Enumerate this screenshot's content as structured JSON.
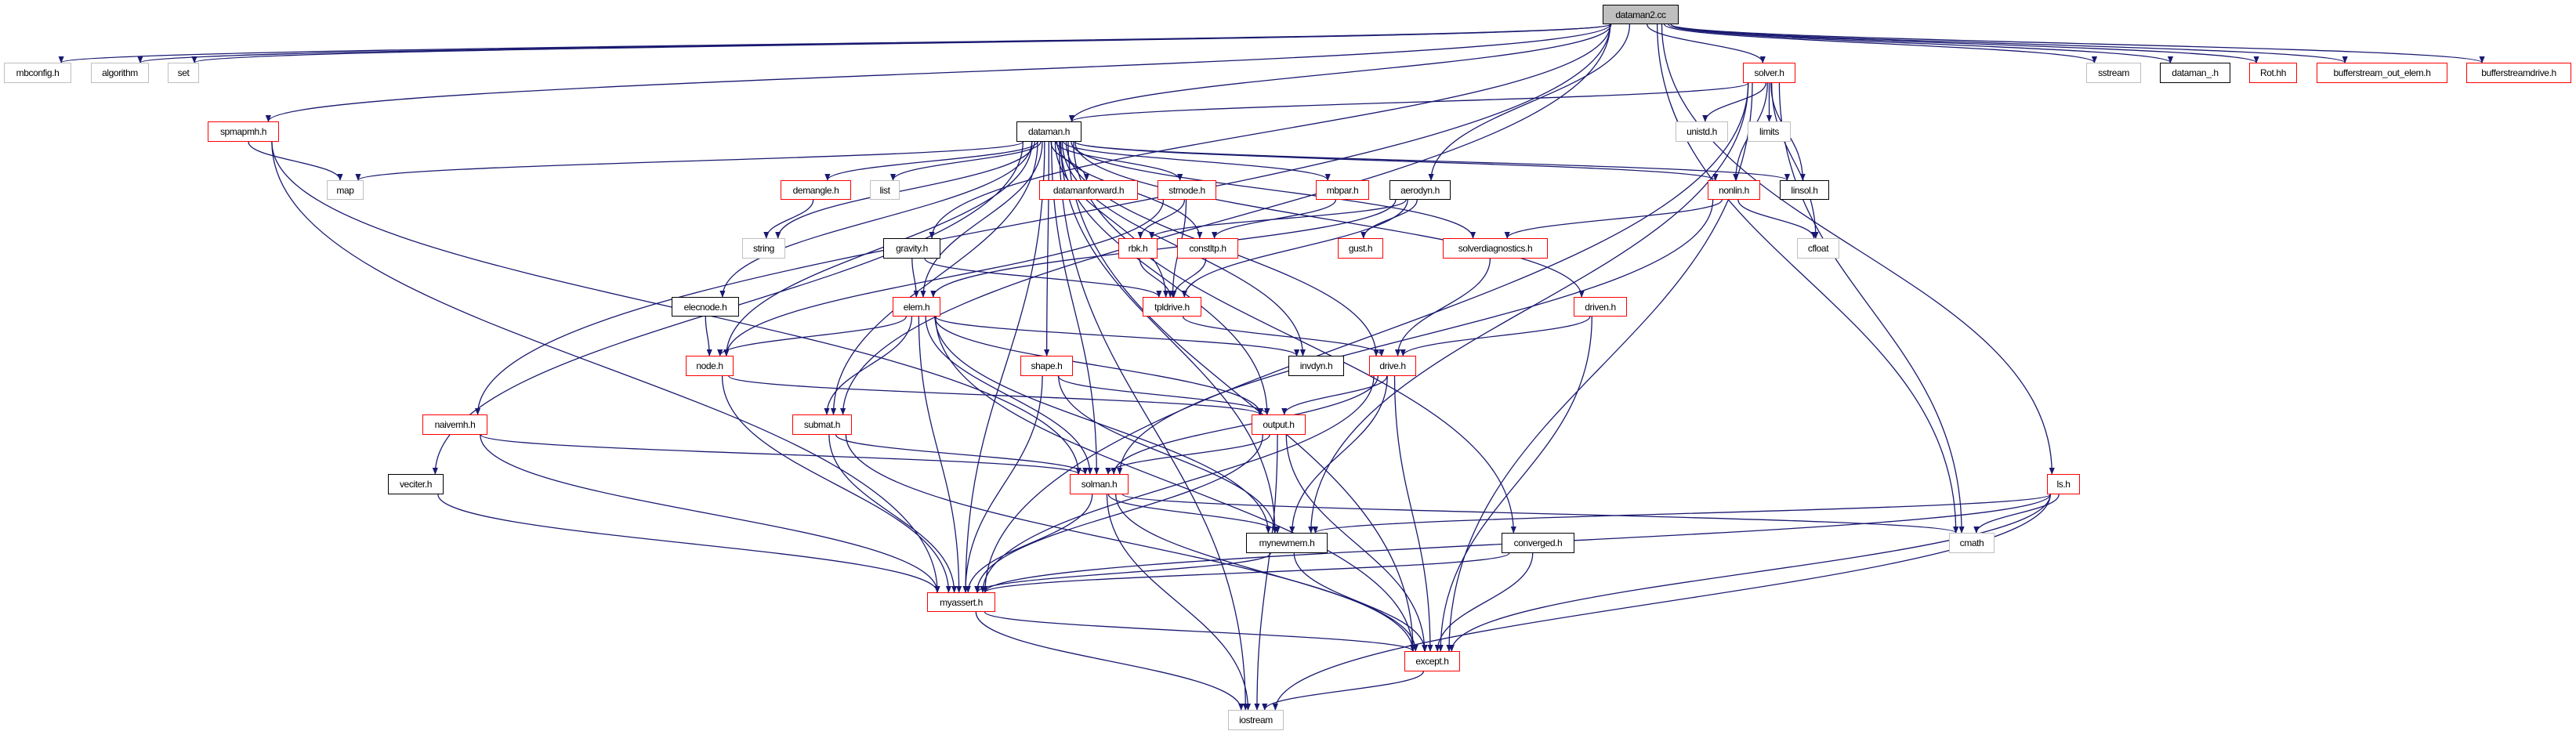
{
  "colors": {
    "edge": "#191970",
    "root_fill": "#bfbfbf",
    "red_border": "#ff0000",
    "doc_border": "#000000",
    "ext_border": "#bfbfbf"
  },
  "nodes": [
    {
      "id": "dataman2.cc",
      "label": "dataman2.cc",
      "kind": "root"
    },
    {
      "id": "mbconfig.h",
      "label": "mbconfig.h",
      "kind": "ext"
    },
    {
      "id": "algorithm",
      "label": "algorithm",
      "kind": "ext"
    },
    {
      "id": "set",
      "label": "set",
      "kind": "ext"
    },
    {
      "id": "spmapmh.h",
      "label": "spmapmh.h",
      "kind": "red"
    },
    {
      "id": "solver.h",
      "label": "solver.h",
      "kind": "red"
    },
    {
      "id": "sstream",
      "label": "sstream",
      "kind": "ext"
    },
    {
      "id": "dataman_.h",
      "label": "dataman_.h",
      "kind": "doc"
    },
    {
      "id": "Rot.hh",
      "label": "Rot.hh",
      "kind": "red"
    },
    {
      "id": "bufferstream_out_elem.h",
      "label": "bufferstream_out_elem.h",
      "kind": "red"
    },
    {
      "id": "bufferstreamdrive.h",
      "label": "bufferstreamdrive.h",
      "kind": "red"
    },
    {
      "id": "dataman.h",
      "label": "dataman.h",
      "kind": "doc"
    },
    {
      "id": "unistd.h",
      "label": "unistd.h",
      "kind": "ext"
    },
    {
      "id": "limits",
      "label": "limits",
      "kind": "ext"
    },
    {
      "id": "map",
      "label": "map",
      "kind": "ext"
    },
    {
      "id": "list",
      "label": "list",
      "kind": "ext"
    },
    {
      "id": "demangle.h",
      "label": "demangle.h",
      "kind": "red"
    },
    {
      "id": "datamanforward.h",
      "label": "datamanforward.h",
      "kind": "red"
    },
    {
      "id": "strnode.h",
      "label": "strnode.h",
      "kind": "red"
    },
    {
      "id": "mbpar.h",
      "label": "mbpar.h",
      "kind": "red"
    },
    {
      "id": "aerodyn.h",
      "label": "aerodyn.h",
      "kind": "doc"
    },
    {
      "id": "nonlin.h",
      "label": "nonlin.h",
      "kind": "red"
    },
    {
      "id": "linsol.h",
      "label": "linsol.h",
      "kind": "doc"
    },
    {
      "id": "string",
      "label": "string",
      "kind": "ext"
    },
    {
      "id": "gravity.h",
      "label": "gravity.h",
      "kind": "doc"
    },
    {
      "id": "rbk.h",
      "label": "rbk.h",
      "kind": "red"
    },
    {
      "id": "constltp.h",
      "label": "constltp.h",
      "kind": "red"
    },
    {
      "id": "gust.h",
      "label": "gust.h",
      "kind": "red"
    },
    {
      "id": "solverdiagnostics.h",
      "label": "solverdiagnostics.h",
      "kind": "red"
    },
    {
      "id": "cfloat",
      "label": "cfloat",
      "kind": "ext"
    },
    {
      "id": "elecnode.h",
      "label": "elecnode.h",
      "kind": "doc"
    },
    {
      "id": "elem.h",
      "label": "elem.h",
      "kind": "red"
    },
    {
      "id": "tpldrive.h",
      "label": "tpldrive.h",
      "kind": "red"
    },
    {
      "id": "driven.h",
      "label": "driven.h",
      "kind": "red"
    },
    {
      "id": "node.h",
      "label": "node.h",
      "kind": "red"
    },
    {
      "id": "shape.h",
      "label": "shape.h",
      "kind": "red"
    },
    {
      "id": "invdyn.h",
      "label": "invdyn.h",
      "kind": "doc"
    },
    {
      "id": "drive.h",
      "label": "drive.h",
      "kind": "red"
    },
    {
      "id": "naivemh.h",
      "label": "naivemh.h",
      "kind": "red"
    },
    {
      "id": "submat.h",
      "label": "submat.h",
      "kind": "red"
    },
    {
      "id": "output.h",
      "label": "output.h",
      "kind": "red"
    },
    {
      "id": "veciter.h",
      "label": "veciter.h",
      "kind": "doc"
    },
    {
      "id": "solman.h",
      "label": "solman.h",
      "kind": "red"
    },
    {
      "id": "ls.h",
      "label": "ls.h",
      "kind": "red"
    },
    {
      "id": "mynewmem.h",
      "label": "mynewmem.h",
      "kind": "doc"
    },
    {
      "id": "converged.h",
      "label": "converged.h",
      "kind": "doc"
    },
    {
      "id": "cmath",
      "label": "cmath",
      "kind": "ext"
    },
    {
      "id": "myassert.h",
      "label": "myassert.h",
      "kind": "red"
    },
    {
      "id": "except.h",
      "label": "except.h",
      "kind": "red"
    },
    {
      "id": "iostream",
      "label": "iostream",
      "kind": "ext"
    }
  ],
  "edges": [
    [
      "dataman2.cc",
      "mbconfig.h"
    ],
    [
      "dataman2.cc",
      "algorithm"
    ],
    [
      "dataman2.cc",
      "set"
    ],
    [
      "dataman2.cc",
      "spmapmh.h"
    ],
    [
      "dataman2.cc",
      "naivemh.h"
    ],
    [
      "dataman2.cc",
      "dataman.h"
    ],
    [
      "dataman2.cc",
      "gravity.h"
    ],
    [
      "dataman2.cc",
      "aerodyn.h"
    ],
    [
      "dataman2.cc",
      "solver.h"
    ],
    [
      "dataman2.cc",
      "sstream"
    ],
    [
      "dataman2.cc",
      "dataman_.h"
    ],
    [
      "dataman2.cc",
      "Rot.hh"
    ],
    [
      "dataman2.cc",
      "bufferstream_out_elem.h"
    ],
    [
      "dataman2.cc",
      "bufferstreamdrive.h"
    ],
    [
      "dataman2.cc",
      "cmath"
    ],
    [
      "dataman2.cc",
      "ls.h"
    ],
    [
      "dataman2.cc",
      "submat.h"
    ],
    [
      "spmapmh.h",
      "map"
    ],
    [
      "spmapmh.h",
      "myassert.h"
    ],
    [
      "spmapmh.h",
      "solman.h"
    ],
    [
      "solver.h",
      "dataman.h"
    ],
    [
      "solver.h",
      "unistd.h"
    ],
    [
      "solver.h",
      "limits"
    ],
    [
      "solver.h",
      "nonlin.h"
    ],
    [
      "solver.h",
      "linsol.h"
    ],
    [
      "solver.h",
      "cfloat"
    ],
    [
      "solver.h",
      "myassert.h"
    ],
    [
      "solver.h",
      "except.h"
    ],
    [
      "solver.h",
      "mynewmem.h"
    ],
    [
      "solver.h",
      "cmath"
    ],
    [
      "dataman.h",
      "map"
    ],
    [
      "dataman.h",
      "list"
    ],
    [
      "dataman.h",
      "string"
    ],
    [
      "dataman.h",
      "demangle.h"
    ],
    [
      "dataman.h",
      "datamanforward.h"
    ],
    [
      "dataman.h",
      "strnode.h"
    ],
    [
      "dataman.h",
      "mbpar.h"
    ],
    [
      "dataman.h",
      "constltp.h"
    ],
    [
      "dataman.h",
      "nonlin.h"
    ],
    [
      "dataman.h",
      "linsol.h"
    ],
    [
      "dataman.h",
      "solverdiagnostics.h"
    ],
    [
      "dataman.h",
      "driven.h"
    ],
    [
      "dataman.h",
      "drive.h"
    ],
    [
      "dataman.h",
      "output.h"
    ],
    [
      "dataman.h",
      "tpldrive.h"
    ],
    [
      "dataman.h",
      "invdyn.h"
    ],
    [
      "dataman.h",
      "elem.h"
    ],
    [
      "dataman.h",
      "elecnode.h"
    ],
    [
      "dataman.h",
      "node.h"
    ],
    [
      "dataman.h",
      "shape.h"
    ],
    [
      "dataman.h",
      "veciter.h"
    ],
    [
      "dataman.h",
      "myassert.h"
    ],
    [
      "dataman.h",
      "solman.h"
    ],
    [
      "dataman.h",
      "submat.h"
    ],
    [
      "dataman.h",
      "except.h"
    ],
    [
      "dataman.h",
      "iostream"
    ],
    [
      "dataman.h",
      "converged.h"
    ],
    [
      "dataman.h",
      "mynewmem.h"
    ],
    [
      "demangle.h",
      "string"
    ],
    [
      "strnode.h",
      "rbk.h"
    ],
    [
      "strnode.h",
      "tpldrive.h"
    ],
    [
      "strnode.h",
      "node.h"
    ],
    [
      "mbpar.h",
      "constltp.h"
    ],
    [
      "aerodyn.h",
      "rbk.h"
    ],
    [
      "aerodyn.h",
      "gust.h"
    ],
    [
      "aerodyn.h",
      "tpldrive.h"
    ],
    [
      "aerodyn.h",
      "elem.h"
    ],
    [
      "nonlin.h",
      "solverdiagnostics.h"
    ],
    [
      "nonlin.h",
      "cfloat"
    ],
    [
      "nonlin.h",
      "solman.h"
    ],
    [
      "gravity.h",
      "elem.h"
    ],
    [
      "gravity.h",
      "tpldrive.h"
    ],
    [
      "rbk.h",
      "tpldrive.h"
    ],
    [
      "constltp.h",
      "tpldrive.h"
    ],
    [
      "solverdiagnostics.h",
      "drive.h"
    ],
    [
      "elecnode.h",
      "node.h"
    ],
    [
      "elem.h",
      "node.h"
    ],
    [
      "elem.h",
      "invdyn.h"
    ],
    [
      "elem.h",
      "output.h"
    ],
    [
      "elem.h",
      "submat.h"
    ],
    [
      "elem.h",
      "solman.h"
    ],
    [
      "elem.h",
      "myassert.h"
    ],
    [
      "elem.h",
      "except.h"
    ],
    [
      "elem.h",
      "mynewmem.h"
    ],
    [
      "tpldrive.h",
      "drive.h"
    ],
    [
      "driven.h",
      "drive.h"
    ],
    [
      "driven.h",
      "except.h"
    ],
    [
      "node.h",
      "output.h"
    ],
    [
      "node.h",
      "myassert.h"
    ],
    [
      "shape.h",
      "output.h"
    ],
    [
      "shape.h",
      "myassert.h"
    ],
    [
      "shape.h",
      "mynewmem.h"
    ],
    [
      "drive.h",
      "output.h"
    ],
    [
      "drive.h",
      "solman.h"
    ],
    [
      "drive.h",
      "mynewmem.h"
    ],
    [
      "drive.h",
      "myassert.h"
    ],
    [
      "drive.h",
      "except.h"
    ],
    [
      "output.h",
      "solman.h"
    ],
    [
      "output.h",
      "myassert.h"
    ],
    [
      "output.h",
      "except.h"
    ],
    [
      "output.h",
      "iostream"
    ],
    [
      "naivemh.h",
      "solman.h"
    ],
    [
      "naivemh.h",
      "myassert.h"
    ],
    [
      "submat.h",
      "solman.h"
    ],
    [
      "submat.h",
      "myassert.h"
    ],
    [
      "submat.h",
      "except.h"
    ],
    [
      "solman.h",
      "mynewmem.h"
    ],
    [
      "solman.h",
      "myassert.h"
    ],
    [
      "solman.h",
      "except.h"
    ],
    [
      "solman.h",
      "iostream"
    ],
    [
      "solman.h",
      "cmath"
    ],
    [
      "veciter.h",
      "myassert.h"
    ],
    [
      "mynewmem.h",
      "myassert.h"
    ],
    [
      "mynewmem.h",
      "except.h"
    ],
    [
      "converged.h",
      "myassert.h"
    ],
    [
      "converged.h",
      "except.h"
    ],
    [
      "ls.h",
      "mynewmem.h"
    ],
    [
      "ls.h",
      "cmath"
    ],
    [
      "ls.h",
      "myassert.h"
    ],
    [
      "ls.h",
      "except.h"
    ],
    [
      "ls.h",
      "iostream"
    ],
    [
      "myassert.h",
      "except.h"
    ],
    [
      "myassert.h",
      "iostream"
    ],
    [
      "except.h",
      "iostream"
    ]
  ]
}
